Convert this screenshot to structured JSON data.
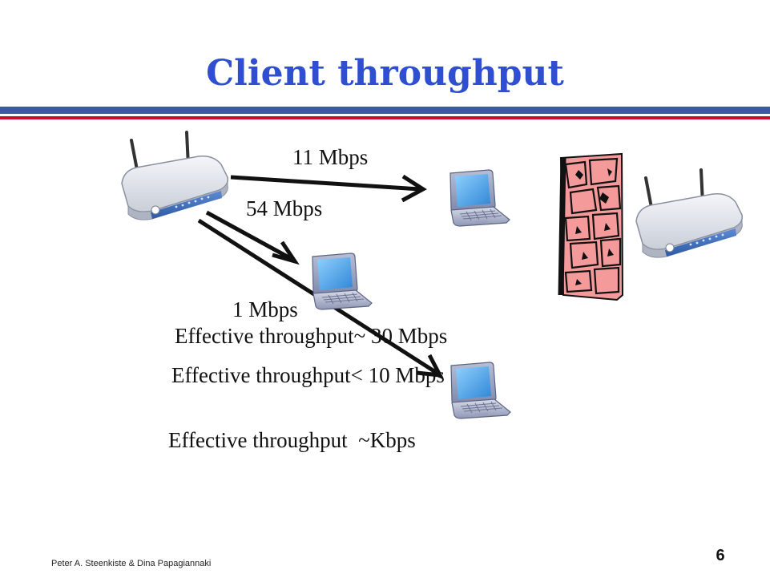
{
  "slide": {
    "title": "Client throughput",
    "footer": "Peter A. Steenkiste & Dina Papagiannaki",
    "page_number": "6"
  },
  "links": {
    "rate_11": "11 Mbps",
    "rate_54": "54 Mbps",
    "rate_1": "1 Mbps"
  },
  "throughput": {
    "near": "Effective throughput~ 30 Mbps",
    "mid": "Effective throughput< 10 Mbps",
    "far": "Effective throughput  ~Kbps"
  },
  "icons": {
    "access_point": "wireless-router-icon",
    "client": "laptop-icon",
    "obstacle": "brick-wall-icon"
  },
  "colors": {
    "title": "#2f4fd0",
    "rule_blue": "#3d58a8",
    "rule_red": "#c8102e",
    "wall": "#f59a9a",
    "laptop_screen": "#4aa3e6",
    "router_body": "#dfe3ea",
    "router_panel": "#3e6fbd"
  }
}
